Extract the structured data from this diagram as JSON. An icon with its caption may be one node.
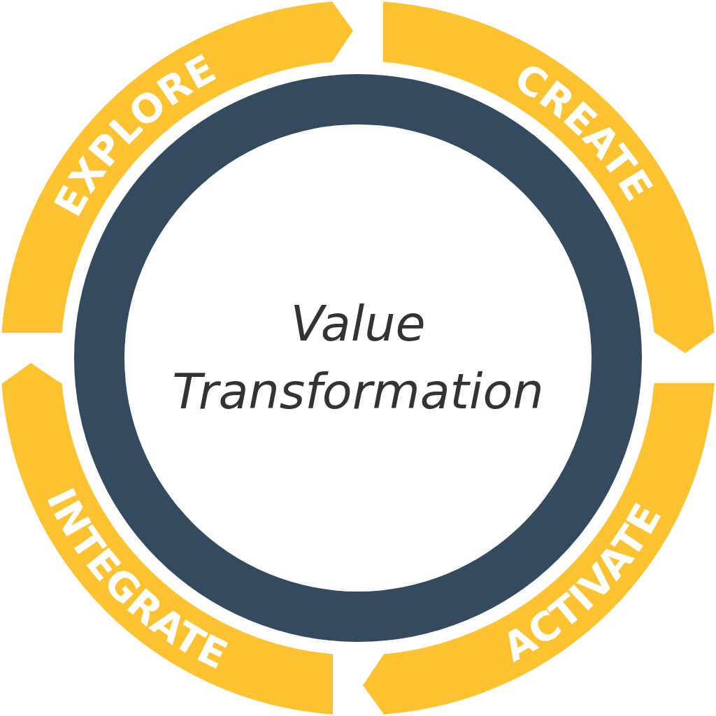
{
  "diagram": {
    "nodes": [
      {
        "text": [
          "EXPLORE"
        ]
      },
      {
        "text": [
          "CREATE"
        ]
      },
      {
        "text": [
          "ACTIVATE"
        ]
      },
      {
        "text": [
          "INTEGRATE"
        ]
      },
      {
        "text": [
          "Value Transformation"
        ]
      }
    ]
  }
}
